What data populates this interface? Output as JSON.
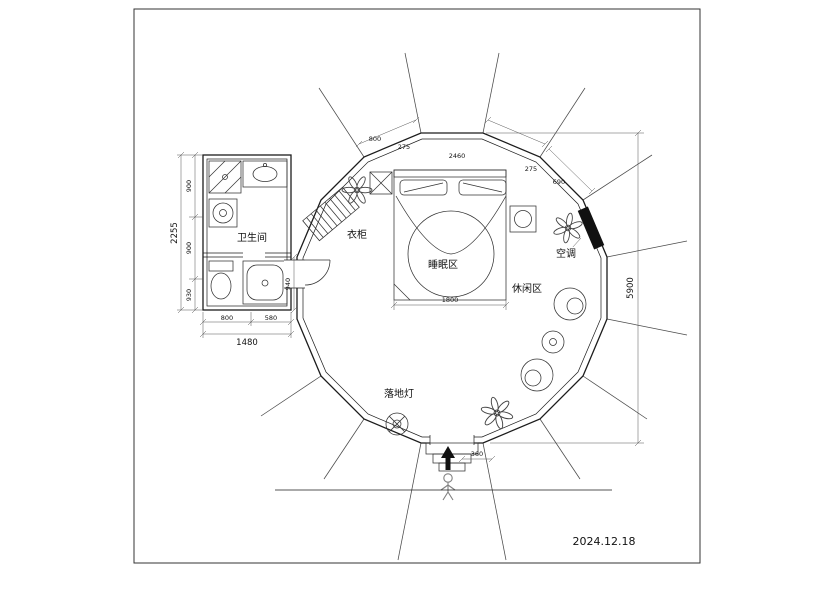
{
  "page": {
    "date": "2024.12.18"
  },
  "labels": {
    "bathroom": "卫生间",
    "wardrobe": "衣柜",
    "sleeping_area": "睡眠区",
    "leisure_area": "休闲区",
    "air_conditioner": "空调",
    "floor_lamp": "落地灯"
  },
  "dimensions": {
    "left_total": "2255",
    "left_segments": [
      "900",
      "900",
      "930"
    ],
    "bathroom_width_total": "1480",
    "bathroom_width_segments": [
      "800",
      "580"
    ],
    "bathroom_side_height": "940",
    "overall_height": "5900",
    "top_chain": [
      "800",
      "275",
      "2460",
      "275",
      "690"
    ],
    "bed_width": "1800",
    "entrance_offset": "360"
  },
  "colors": {
    "ink": "#1c1c1c",
    "dim_line": "#555555",
    "ac_fill": "#111111"
  }
}
